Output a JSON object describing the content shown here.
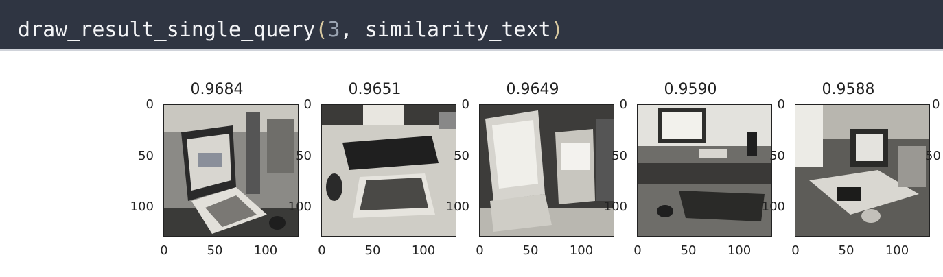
{
  "cell": {
    "func": "draw_result_single_query",
    "open_paren": "(",
    "arg_num": "3",
    "arg_rest": ", similarity_text",
    "close_paren": ")"
  },
  "panels": [
    {
      "title": "0.9684",
      "scene": "laptop-on-desk"
    },
    {
      "title": "0.9651",
      "scene": "laptop-keyboard-mouse"
    },
    {
      "title": "0.9649",
      "scene": "two-laptops-open"
    },
    {
      "title": "0.9590",
      "scene": "desk-with-monitor"
    },
    {
      "title": "0.9588",
      "scene": "cluttered-desk-laptop"
    }
  ],
  "axes": {
    "y_ticks": [
      "0",
      "50",
      "100"
    ],
    "x_ticks": [
      "0",
      "50",
      "100"
    ]
  }
}
